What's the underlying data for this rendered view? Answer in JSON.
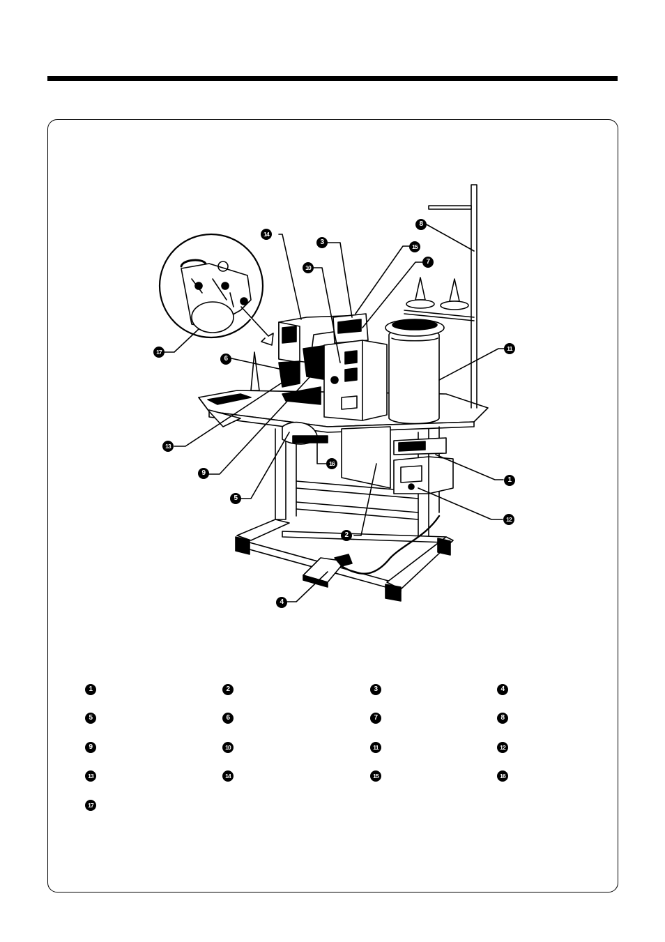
{
  "callouts": [
    "1",
    "2",
    "3",
    "4",
    "5",
    "6",
    "7",
    "8",
    "9",
    "10",
    "11",
    "12",
    "13",
    "14",
    "15",
    "16",
    "17"
  ],
  "legend": [
    "1",
    "2",
    "3",
    "4",
    "5",
    "6",
    "7",
    "8",
    "9",
    "10",
    "11",
    "12",
    "13",
    "14",
    "15",
    "16",
    "17"
  ],
  "colors": {
    "ink": "#000000",
    "paper": "#ffffff",
    "shade": "#d8d8d8"
  }
}
